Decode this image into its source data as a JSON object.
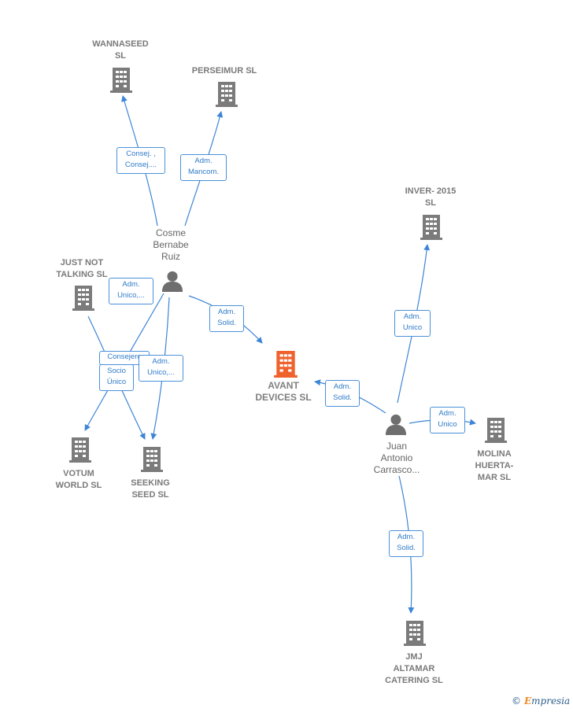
{
  "companies": {
    "wannaseed": "WANNASEED\nSL",
    "perseimur": "PERSEIMUR SL",
    "just_not_talking": "JUST NOT\nTALKING  SL",
    "avant_devices": "AVANT\nDEVICES  SL",
    "inver_2015": "INVER- 2015\nSL",
    "molina": "MOLINA\nHUERTA-\nMAR SL",
    "votum_world": "VOTUM\nWORLD  SL",
    "seeking_seed": "SEEKING\nSEED  SL",
    "jmj_altamar": "JMJ\nALTAMAR\nCATERING  SL"
  },
  "persons": {
    "cosme": "Cosme\nBernabe\nRuiz",
    "juan": "Juan\nAntonio\nCarrasco..."
  },
  "relations": {
    "consej": "Consej. ,\nConsej....",
    "adm_mancom": "Adm.\nMancom.",
    "adm_unico_1": "Adm.\nUnico,...",
    "adm_solid_1": "Adm.\nSolid.",
    "consejero": "Consejero",
    "socio_unico": "Socio\nÚnico",
    "adm_unico_2": "Adm.\nUnico,...",
    "adm_unico_inver": "Adm.\nUnico",
    "adm_solid_2": "Adm.\nSolid.",
    "adm_unico_molina": "Adm.\nUnico",
    "adm_solid_jmj": "Adm.\nSolid."
  },
  "colors": {
    "edge": "#3d85d6",
    "building": "#7b7b7b",
    "main_building": "#f0622d",
    "person": "#6e6e6e"
  },
  "footer": {
    "copyright": "©",
    "brand_initial": "E",
    "brand_rest": "mpresia"
  }
}
